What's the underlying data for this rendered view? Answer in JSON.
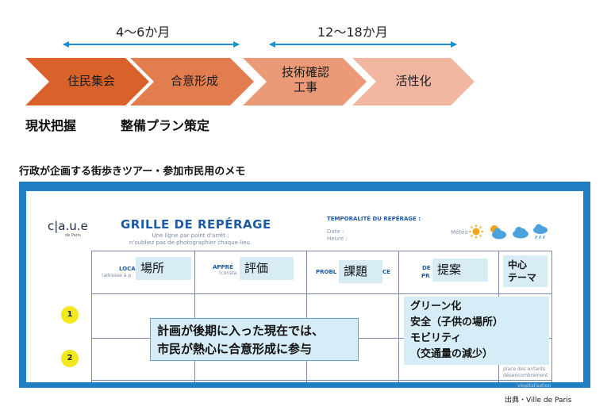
{
  "timeline": {
    "durations": [
      {
        "label": "4〜6か月"
      },
      {
        "label": "12〜18か月"
      }
    ],
    "steps": [
      {
        "label": "住民集会"
      },
      {
        "label": "合意形成"
      },
      {
        "label": "技術確認\n工事"
      },
      {
        "label": "活性化"
      }
    ],
    "phases": [
      {
        "label": "現状把握"
      },
      {
        "label": "整備プラン策定"
      }
    ],
    "colors": {
      "step1": "#d9612a",
      "step2": "#e27d4f",
      "step3": "#ea9a76",
      "step4": "#f1b6a0",
      "arrow": "#1d8ed0"
    }
  },
  "memo": {
    "title": "行政が企画する街歩きツアー・参加市民用のメモ",
    "logo": "c|a.u.e",
    "logo_sub": "de Paris",
    "grille_title": "GRILLE DE REPÉRAGE",
    "grille_sub_1": "Une ligne par point d'arrêt ;",
    "grille_sub_2": "n'oubliez pas de photographier chaque lieu.",
    "temporalite": "TEMPORALITÉ DU REPÉRAGE :",
    "date_label": "Date :",
    "heure_label": "Heure :",
    "meteo_label": "Météo",
    "columns": [
      {
        "fr_fragment": "LOCA",
        "fr_hint": "(adresse à p",
        "ja": "場所"
      },
      {
        "fr_fragment": "APPRÉ",
        "fr_hint": "(consta",
        "ja": "評価"
      },
      {
        "fr_fragment": "PROBL",
        "fr_tail": "CE",
        "ja": "課題"
      },
      {
        "fr_fragment": "DE",
        "fr_hint": "PR",
        "ja": "提案"
      },
      {
        "ja": "中心\nテーマ"
      }
    ],
    "rows": [
      "1",
      "2"
    ],
    "note": "計画が後期に入った現在では、\n市民が熱心に合意形成に参与",
    "proposals": [
      "グリーン化",
      "安全（子供の場所）",
      "モビリティ",
      "（交通量の減少）"
    ],
    "cell_snippets": [
      "place des enfants",
      "désencombrement",
      "végétalisation"
    ]
  },
  "source": "出典・Ville de Paris"
}
